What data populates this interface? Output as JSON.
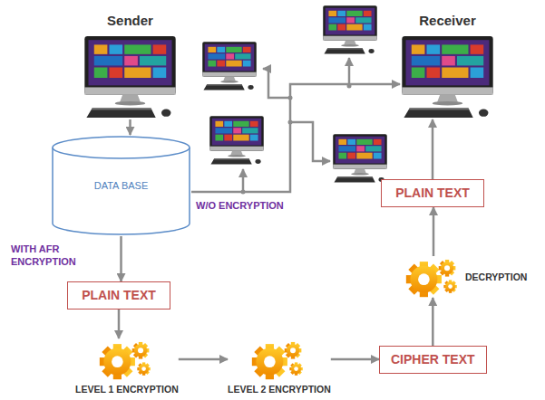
{
  "diagram": {
    "nodes": [
      {
        "text": [
          "Sender"
        ]
      },
      {
        "text": [
          "Receiver"
        ]
      },
      {
        "text": [
          "DATA BASE"
        ]
      },
      {
        "text": [
          "PLAIN TEXT"
        ]
      },
      {
        "text": [
          "LEVEL 1 ENCRYPTION"
        ]
      },
      {
        "text": [
          "LEVEL 2 ENCRYPTION"
        ]
      },
      {
        "text": [
          "CIPHER TEXT"
        ]
      },
      {
        "text": [
          "DECRYPTION"
        ]
      },
      {
        "text": [
          "PLAIN TEXT"
        ]
      }
    ],
    "edges": [
      {
        "from": 0,
        "to": 2,
        "arrow": "to"
      },
      {
        "from": 2,
        "to": 3,
        "arrow": "to",
        "label": "WITH AFR ENCRYPTION"
      },
      {
        "from": 3,
        "to": 4,
        "arrow": "to"
      },
      {
        "from": 4,
        "to": 5,
        "arrow": "to"
      },
      {
        "from": 5,
        "to": 6,
        "arrow": "to"
      },
      {
        "from": 6,
        "to": 7,
        "arrow": "to"
      },
      {
        "from": 7,
        "to": 8,
        "arrow": "to"
      },
      {
        "from": 8,
        "to": 1,
        "arrow": "to"
      },
      {
        "from": 2,
        "to": 1,
        "arrow": "to",
        "label": "W/O ENCRYPTION"
      }
    ]
  }
}
